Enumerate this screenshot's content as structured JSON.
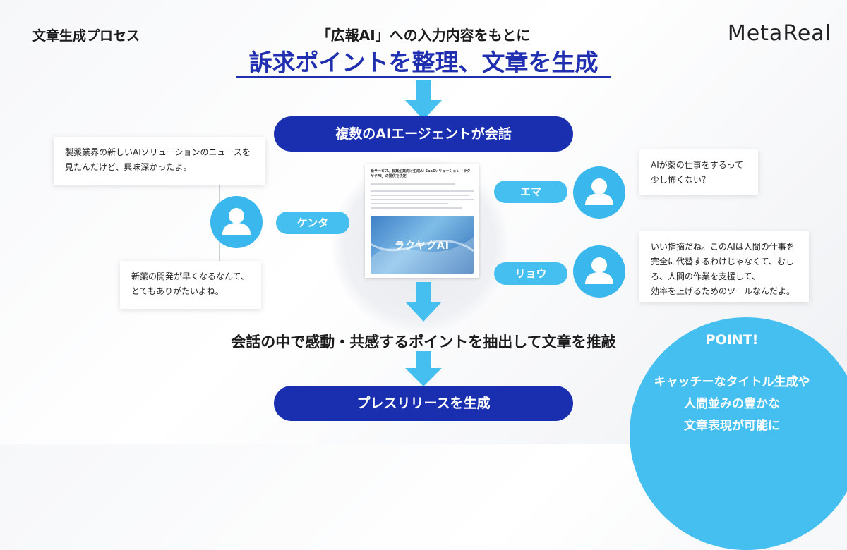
{
  "section_title": "文章生成プロセス",
  "logo": "MetaReal",
  "subtitle": "「広報AI」への入力内容をもとに",
  "headline": "訴求ポイントを整理、文章を生成",
  "agents_label": "複数のAIエージェントが会話",
  "document": {
    "title": "新サービス、製薬企業向け生成AI SaaSソリューション「ラクヤクAI」の提供を決定",
    "hero_text": "ラクヤクAI"
  },
  "characters": [
    {
      "name": "ケンタ"
    },
    {
      "name": "エマ"
    },
    {
      "name": "リョウ"
    }
  ],
  "bubbles": {
    "kenta_1": [
      "製薬業界の新しいAIソリューションのニュースを",
      "見たんだけど、興味深かったよ。"
    ],
    "kenta_2": [
      "新薬の開発が早くなるなんて、",
      "とてもありがたいよね。"
    ],
    "ema": [
      "AIが薬の仕事をするって",
      "少し怖くない？"
    ],
    "ryo": [
      "いい指摘だね。このAIは人間の仕事を",
      "完全に代替するわけじゃなくて、むし",
      "ろ、人間の作業を支援して、",
      "効率を上げるためのツールなんだよ。"
    ]
  },
  "extract_text": "会話の中で感動・共感するポイントを抽出して文章を推敲",
  "release_label": "プレスリリースを生成",
  "point": {
    "title": "POINT!",
    "lines": [
      "キャッチーなタイトル生成や",
      "人間並みの豊かな",
      "文章表現が可能に"
    ]
  },
  "colors": {
    "navy": "#1a2eb0",
    "sky": "#45bff0",
    "headline": "#1f2fb0"
  }
}
